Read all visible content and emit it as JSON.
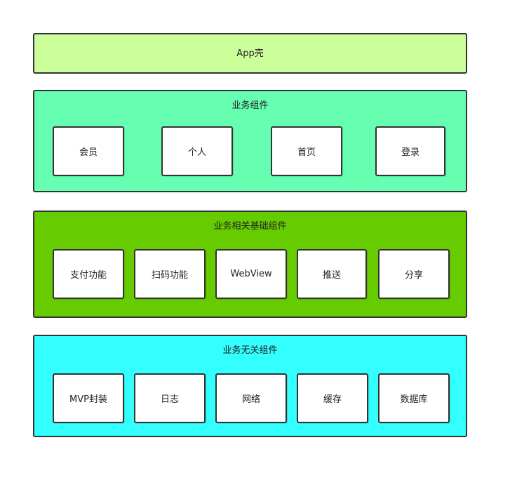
{
  "colors": {
    "app_shell": "#ccff99",
    "business": "#66ffb2",
    "business_basic": "#66cc00",
    "common": "#33ffff",
    "border": "#333333",
    "box": "#ffffff"
  },
  "layers": {
    "app": {
      "title": "App壳"
    },
    "business": {
      "title": "业务组件",
      "items": [
        "会员",
        "个人",
        "首页",
        "登录"
      ]
    },
    "basic": {
      "title": "业务相关基础组件",
      "items": [
        "支付功能",
        "扫码功能",
        "WebView",
        "推送",
        "分享"
      ]
    },
    "common": {
      "title": "业务无关组件",
      "items": [
        "MVP封装",
        "日志",
        "网络",
        "缓存",
        "数据库"
      ]
    }
  }
}
